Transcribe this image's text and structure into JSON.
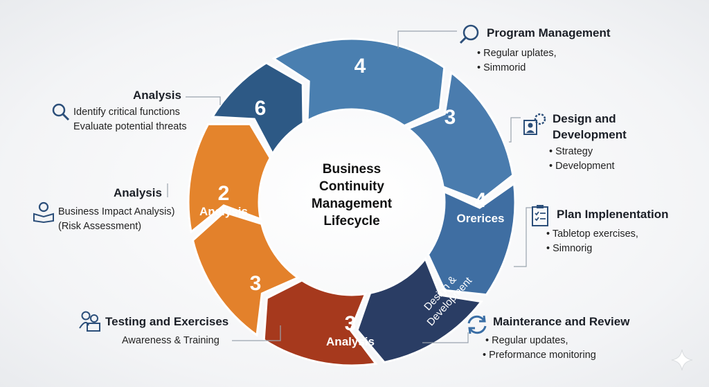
{
  "center_title": [
    "Business",
    "Continuity",
    "Management",
    "Lifecycle"
  ],
  "segments": [
    {
      "num": "4",
      "sub": "",
      "color": "#4a7fb0"
    },
    {
      "num": "3",
      "sub": "",
      "color": "#4a7cae"
    },
    {
      "num": "4",
      "sub": "Orerices",
      "color": "#3f6ea2"
    },
    {
      "num": "",
      "sub": "Design & Development",
      "color": "#2a3d64"
    },
    {
      "num": "3",
      "sub": "Analysis",
      "color": "#a6391d"
    },
    {
      "num": "3",
      "sub": "",
      "color": "#e3812b"
    },
    {
      "num": "2",
      "sub": "Analysis",
      "color": "#e4842c"
    },
    {
      "num": "6",
      "sub": "",
      "color": "#2d5985"
    }
  ],
  "callouts": {
    "program": {
      "title": "Program Management",
      "bullets": [
        "Regular uplates,",
        "Simmorid"
      ]
    },
    "design": {
      "title": [
        "Design and",
        "Development"
      ],
      "bullets": [
        "Strategy",
        "Development"
      ]
    },
    "plan": {
      "title": "Plan Implenentation",
      "bullets": [
        "Tabletop exercises,",
        "Simnorig"
      ]
    },
    "maintenance": {
      "title": "Mainterance and Review",
      "bullets": [
        "Regular updates,",
        "Preformance monitoring"
      ]
    },
    "analysis_top": {
      "title": "Analysis",
      "lines": [
        "Identify critical functions",
        "Evaluate potential threats"
      ]
    },
    "analysis_mid": {
      "title": "Analysis",
      "lines": [
        "Business Impact Analysis)",
        "(Risk Assessment)"
      ]
    },
    "testing": {
      "title": "Testing and Exercises",
      "lines": [
        "Awareness & Training"
      ]
    }
  },
  "icons": [
    "magnifier-icon",
    "gear-person-icon",
    "checklist-icon",
    "refresh-icon",
    "search-icon",
    "person-book-icon",
    "team-icon",
    "sparkle-icon"
  ]
}
